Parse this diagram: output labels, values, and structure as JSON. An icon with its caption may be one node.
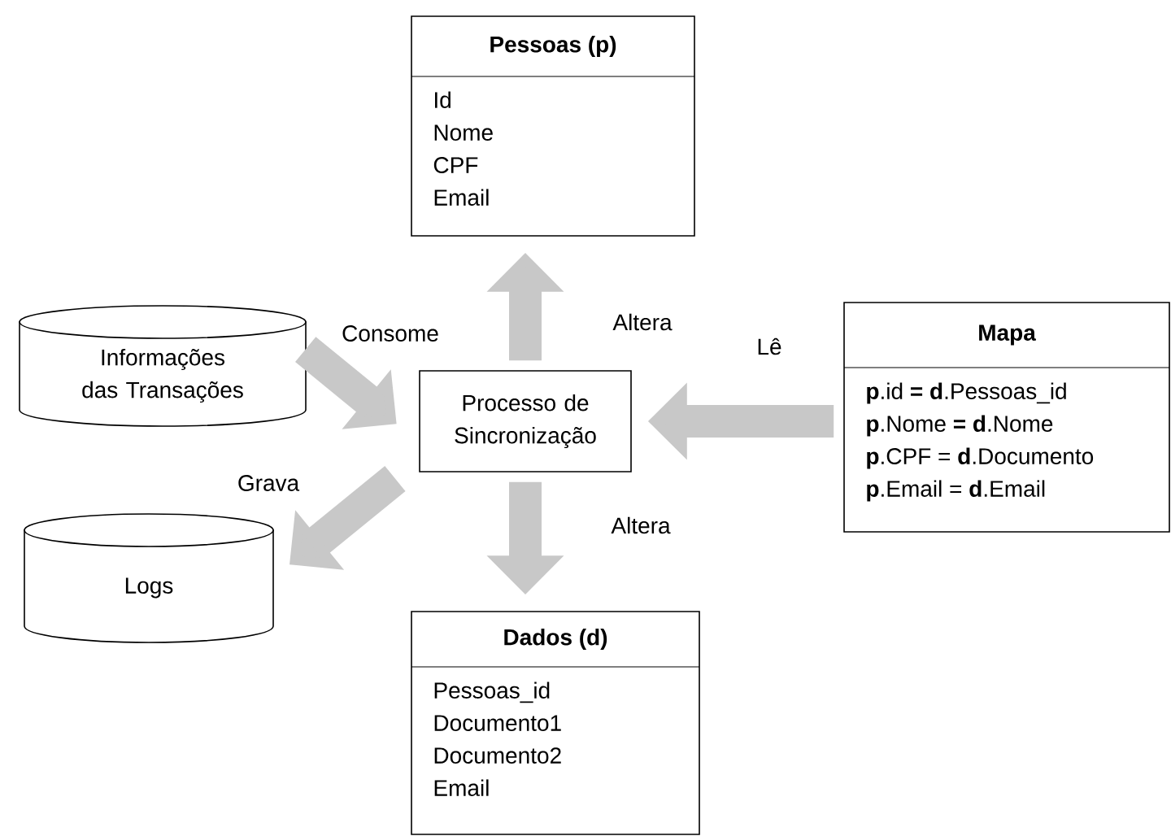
{
  "diagram": {
    "nodes": [
      {
        "text": [
          "Pessoas (p)",
          "Id",
          "Nome",
          "CPF",
          "Email"
        ]
      },
      {
        "text": [
          "Informações das Transações"
        ]
      },
      {
        "text": [
          "Processo de Sincronização"
        ]
      },
      {
        "text": [
          "Mapa",
          "**p**.id  **= d**.Pessoas_id",
          "**p**.Nome **= d**.Nome",
          "**p**.CPF = **d**.Documento",
          "**p**.Email = **d**.Email"
        ]
      },
      {
        "text": [
          "Logs"
        ]
      },
      {
        "text": [
          "Dados (d)",
          "Pessoas_id",
          "Documento1",
          "Documento2",
          "Email"
        ]
      }
    ],
    "edges": [
      {
        "from": 1,
        "to": 2,
        "arrow": "to",
        "label": "Consome"
      },
      {
        "from": 2,
        "to": 0,
        "arrow": "to",
        "label": "Altera"
      },
      {
        "from": 3,
        "to": 2,
        "arrow": "to",
        "label": "Lê"
      },
      {
        "from": 2,
        "to": 4,
        "arrow": "to",
        "label": "Grava"
      },
      {
        "from": 2,
        "to": 5,
        "arrow": "to",
        "label": "Altera"
      }
    ]
  }
}
